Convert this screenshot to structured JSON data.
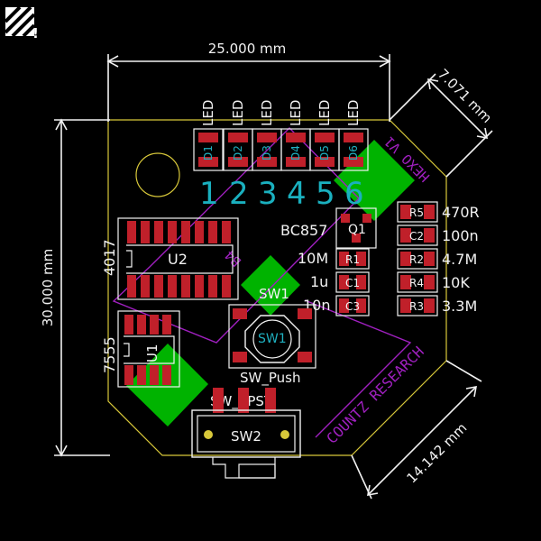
{
  "colors": {
    "background": "#000000",
    "edge_cuts": "#d8c83a",
    "pad": "#c0202a",
    "copper_zone": "#00b300",
    "silkscreen": "#f2f2f2",
    "fabrication": "#a020c0",
    "ref_label": "#1fb0c0"
  },
  "icons": {
    "corner": "drc-warning-icon"
  },
  "dimensions": {
    "width": "25.000 mm",
    "height": "30.000 mm",
    "chamfer": "7.071 mm",
    "edge": "14.142 mm"
  },
  "leds": {
    "label": "LED",
    "refs": [
      "D1",
      "D2",
      "D3",
      "D4",
      "D5",
      "D6"
    ],
    "numbers": [
      "1",
      "2",
      "3",
      "4",
      "5",
      "6"
    ]
  },
  "fab_text": {
    "hexo": "HEXO V1",
    "b4": "B4",
    "countz": "COUNTZ RESEARCH"
  },
  "transistor": {
    "value": "BC857",
    "ref": "Q1"
  },
  "left_passives": [
    {
      "value": "10M",
      "ref": "R1"
    },
    {
      "value": "1u",
      "ref": "C1"
    },
    {
      "value": "10n",
      "ref": "C3"
    }
  ],
  "right_passives": [
    {
      "ref": "R5",
      "value": "470R"
    },
    {
      "ref": "C2",
      "value": "100n"
    },
    {
      "ref": "R2",
      "value": "4.7M"
    },
    {
      "ref": "R4",
      "value": "10K"
    },
    {
      "ref": "R3",
      "value": "3.3M"
    }
  ],
  "u2": {
    "value": "4017",
    "ref": "U2"
  },
  "u1": {
    "value": "7555",
    "ref": "U1"
  },
  "sw1": {
    "ref": "SW1",
    "value": "SW_Push"
  },
  "sw2": {
    "ref": "SW2",
    "value": "SW_SPST"
  }
}
